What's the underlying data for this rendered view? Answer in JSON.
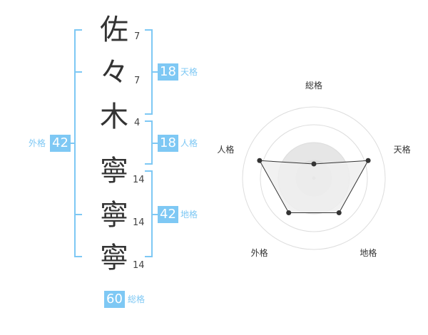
{
  "colors": {
    "accent": "#7ec8f4",
    "text": "#333333",
    "radar_line": "#333333",
    "radar_fill": "#efefef",
    "radar_grid": "#dddddd"
  },
  "name": {
    "chars": [
      {
        "char": "佐",
        "strokes": "7"
      },
      {
        "char": "々",
        "strokes": "7"
      },
      {
        "char": "木",
        "strokes": "4"
      },
      {
        "char": "寧",
        "strokes": "14"
      },
      {
        "char": "寧",
        "strokes": "14"
      },
      {
        "char": "寧",
        "strokes": "14"
      }
    ]
  },
  "kakusu": {
    "tenkaku": {
      "value": "18",
      "label": "天格"
    },
    "jinkaku": {
      "value": "18",
      "label": "人格"
    },
    "chikaku": {
      "value": "42",
      "label": "地格"
    },
    "gaikaku": {
      "value": "42",
      "label": "外格"
    },
    "soukaku": {
      "value": "60",
      "label": "総格"
    }
  },
  "chart_data": {
    "type": "radar",
    "axes": [
      "総格",
      "天格",
      "地格",
      "外格",
      "人格"
    ],
    "values": [
      1,
      4,
      3,
      3,
      4
    ],
    "range": [
      0,
      5
    ],
    "rings": 4
  }
}
